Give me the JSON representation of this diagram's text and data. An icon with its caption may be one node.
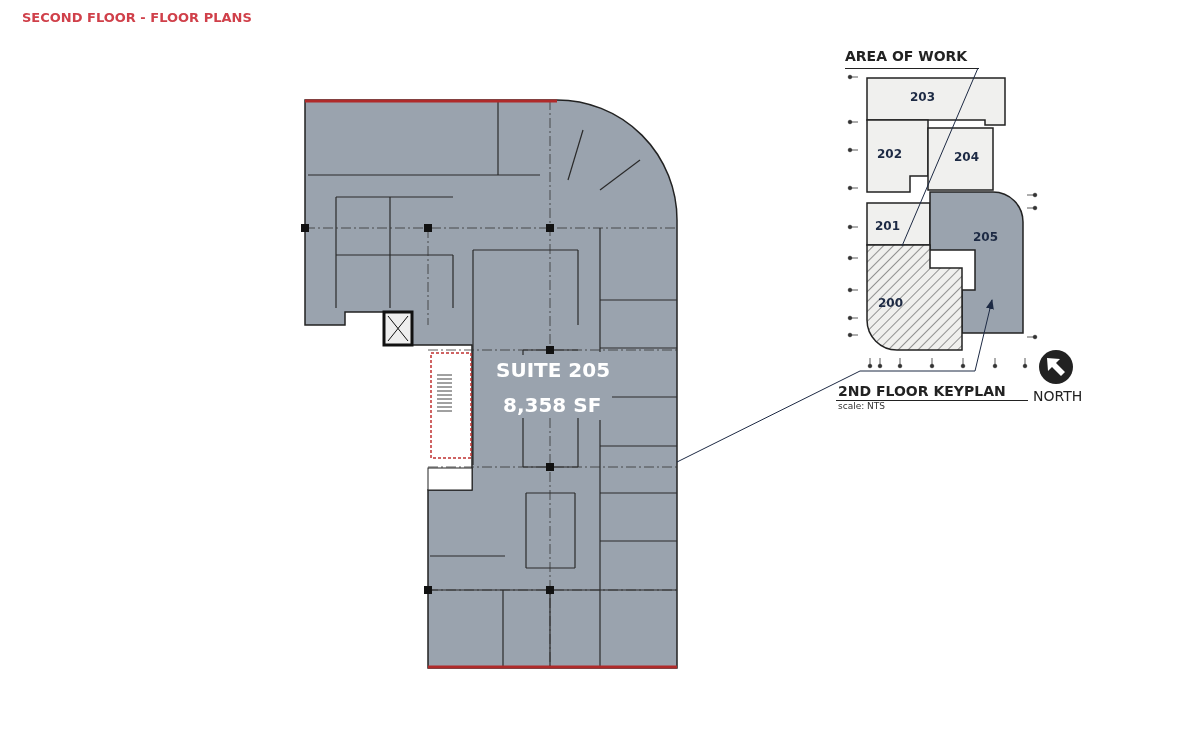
{
  "diagram": {
    "title": "SECOND FLOOR - FLOOR PLANS",
    "nodes": [
      {
        "text": [
          "SUITE 205",
          "8,358 SF"
        ]
      },
      {
        "text": [
          "AREA OF WORK"
        ]
      },
      {
        "text": [
          "2ND FLOOR KEYPLAN"
        ],
        "beside": [
          "scale: NTS"
        ]
      },
      {
        "text": [
          "203"
        ],
        "in": 2
      },
      {
        "text": [
          "202"
        ],
        "in": 2
      },
      {
        "text": [
          "204"
        ],
        "in": 2
      },
      {
        "text": [
          "201"
        ],
        "in": 2
      },
      {
        "text": [
          "205"
        ],
        "in": 2
      },
      {
        "text": [
          "200"
        ],
        "in": 2
      }
    ],
    "edges": [
      {
        "from": 0,
        "to": 7,
        "arrow": "to"
      },
      {
        "from": 1,
        "to": 8,
        "arrow": "none"
      }
    ],
    "labels": [
      "NORTH"
    ]
  }
}
